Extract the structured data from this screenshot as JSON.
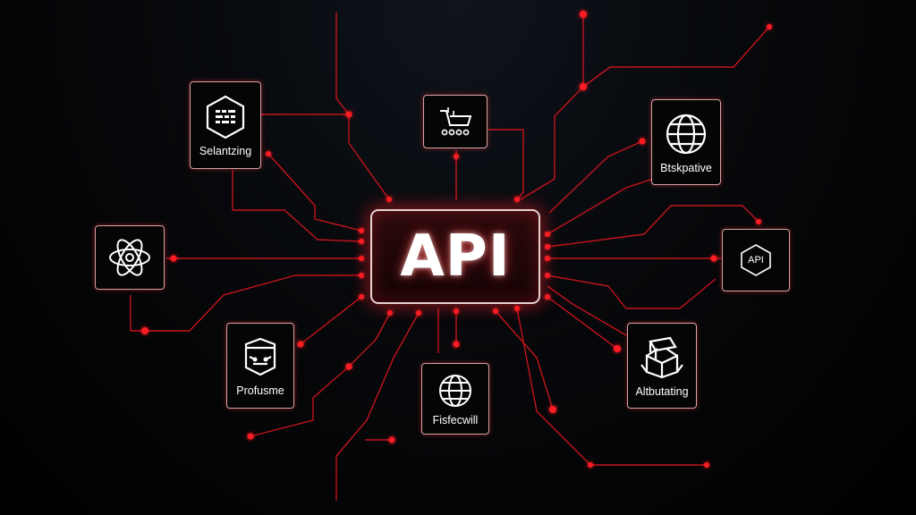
{
  "hub": {
    "label": "API"
  },
  "nodes": {
    "top_left": {
      "label": "Selantzing",
      "icon": "server-hexagon-icon"
    },
    "top_center": {
      "label": "",
      "icon": "cart-icon"
    },
    "top_right": {
      "label": "Btskpative",
      "icon": "globe-icon"
    },
    "mid_left": {
      "label": "",
      "icon": "atom-icon"
    },
    "mid_right": {
      "label": "API",
      "icon": "hexagon-api-icon"
    },
    "bottom_left": {
      "label": "Profusme",
      "icon": "robot-box-icon"
    },
    "bottom_center": {
      "label": "Fisfecwill",
      "icon": "globe-icon"
    },
    "bottom_right": {
      "label": "Altbutating",
      "icon": "open-box-icon"
    }
  },
  "colors": {
    "accent": "#ff1a22",
    "background": "#000000",
    "node_border": "#d8a4a4",
    "text": "#ffffff"
  }
}
